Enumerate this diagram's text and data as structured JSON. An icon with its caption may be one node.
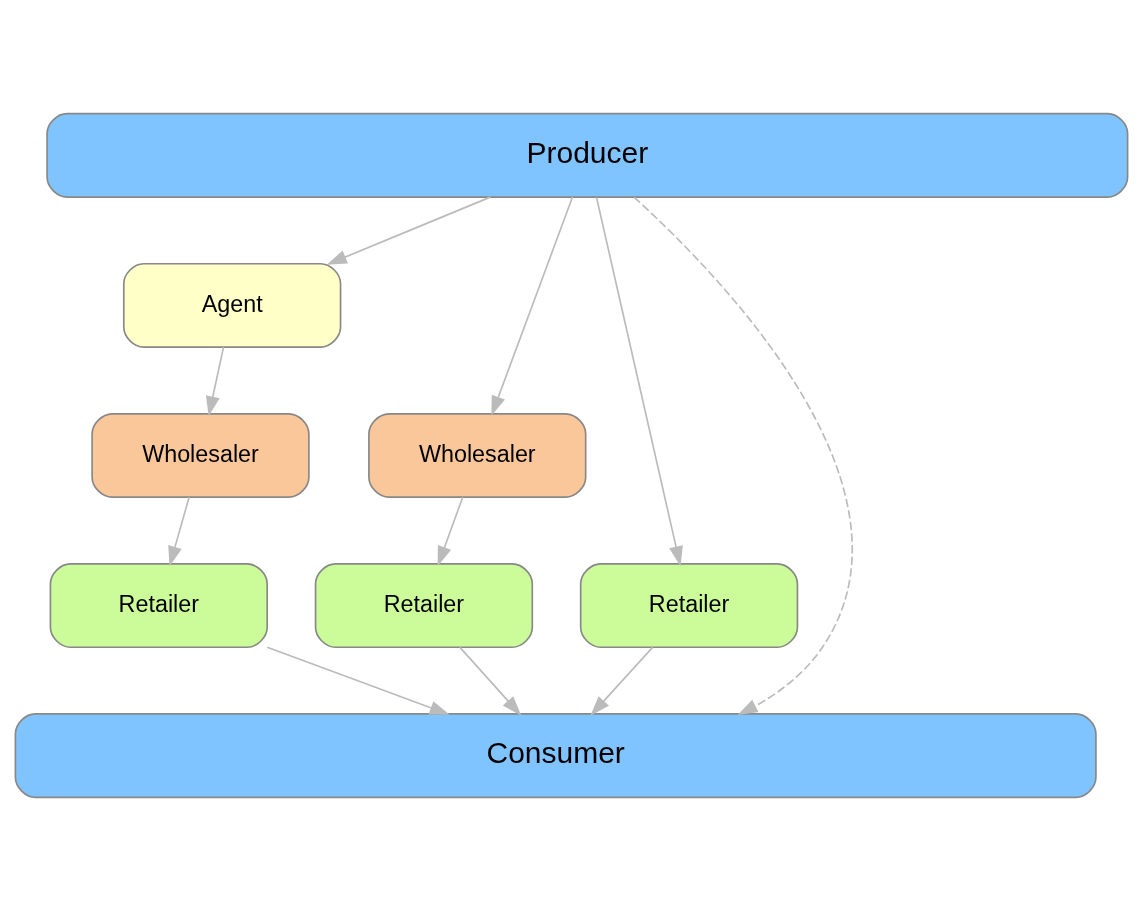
{
  "diagram": {
    "nodes": [
      {
        "text": [
          "Producer"
        ]
      },
      {
        "text": [
          "Agent"
        ]
      },
      {
        "text": [
          "Wholesaler"
        ]
      },
      {
        "text": [
          "Wholesaler"
        ]
      },
      {
        "text": [
          "Retailer"
        ]
      },
      {
        "text": [
          "Retailer"
        ]
      },
      {
        "text": [
          "Retailer"
        ]
      },
      {
        "text": [
          "Consumer"
        ]
      }
    ],
    "edges": [
      {
        "from": 0,
        "to": 7,
        "arrow": "to",
        "style": "dashed"
      },
      {
        "from": 0,
        "to": 4,
        "arrow": "to"
      },
      {
        "from": 0,
        "to": 2,
        "arrow": "to"
      },
      {
        "from": 0,
        "to": 1,
        "arrow": "to"
      },
      {
        "from": 1,
        "to": 3,
        "arrow": "to"
      },
      {
        "from": 2,
        "to": 5,
        "arrow": "to"
      },
      {
        "from": 3,
        "to": 6,
        "arrow": "to"
      },
      {
        "from": 4,
        "to": 7,
        "arrow": "to"
      },
      {
        "from": 5,
        "to": 7,
        "arrow": "to"
      },
      {
        "from": 6,
        "to": 7,
        "arrow": "to"
      }
    ]
  }
}
